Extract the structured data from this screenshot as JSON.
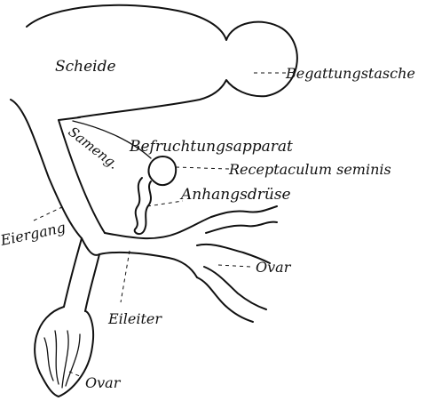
{
  "labels": {
    "scheide": "Scheide",
    "begattungstasche": "Begattungstasche",
    "befruchtungsapparat": "Befruchtungsapparat",
    "receptaculum": "Receptaculum seminis",
    "anhangsdruese": "Anhangsdrüse",
    "sameng": "Sameng.",
    "eiergang": "Eiergang",
    "ovar_right": "Ovar",
    "eileiter": "Eileiter",
    "ovar_bottom": "Ovar"
  }
}
